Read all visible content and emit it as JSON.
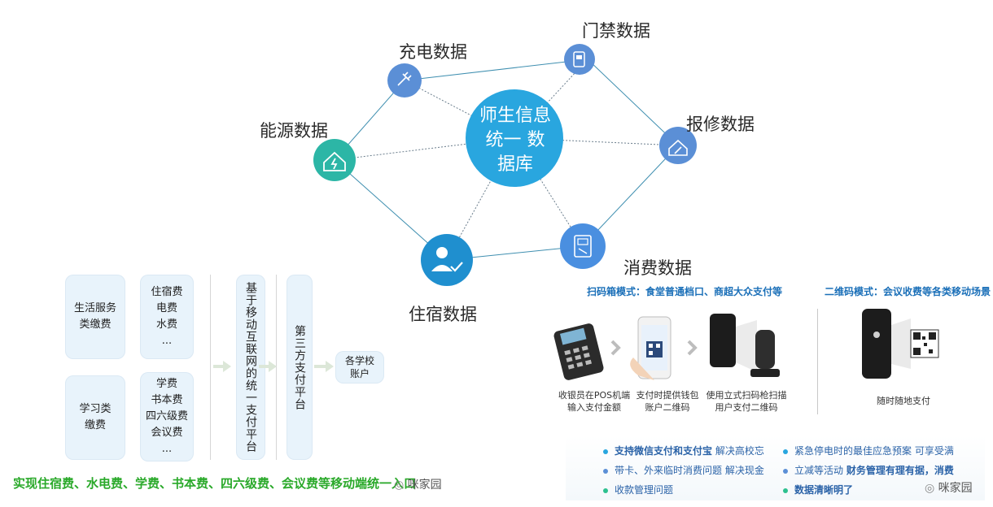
{
  "diagram": {
    "center": {
      "lines": [
        "师生信息",
        "统一 数",
        "据库"
      ],
      "color": "#29a6df"
    },
    "nodes": [
      {
        "id": "charge",
        "label": "充电数据",
        "icon": "charging-plug-icon",
        "color": "#5b8fd6"
      },
      {
        "id": "door",
        "label": "门禁数据",
        "icon": "door-access-icon",
        "color": "#5b8fd6"
      },
      {
        "id": "energy",
        "label": "能源数据",
        "icon": "house-bolt-icon",
        "color": "#2cb6a6"
      },
      {
        "id": "repair",
        "label": "报修数据",
        "icon": "house-wrench-icon",
        "color": "#5b8fd6"
      },
      {
        "id": "consume",
        "label": "消费数据",
        "icon": "pos-terminal-icon",
        "color": "#4a8fe0"
      },
      {
        "id": "dorm",
        "label": "住宿数据",
        "icon": "user-check-icon",
        "color": "#1f8fcf"
      }
    ]
  },
  "flow": {
    "life_fee": [
      "生活服务",
      "类缴费"
    ],
    "life_items": [
      "住宿费",
      "电费",
      "水费",
      "..."
    ],
    "study_fee": [
      "学习类",
      "缴费"
    ],
    "study_items": [
      "学费",
      "书本费",
      "四六级费",
      "会议费",
      "..."
    ],
    "platform": "基于移动互联网的统一支付平台",
    "third_party": "第三方支付平台",
    "schools": [
      "各学校",
      "账户"
    ],
    "banner": "实现住宿费、水电费、学费、书本费、四六级费、会议费等移动端统一入口",
    "watermark": "咪家园"
  },
  "payment": {
    "scan_box_title": "扫码箱模式：食堂普通档口、商超大众支付等",
    "qr_title": "二维码模式：会议收费等各类移动场景",
    "steps": [
      {
        "lines": [
          "收银员在POS机端",
          "输入支付金额"
        ]
      },
      {
        "lines": [
          "支付时提供钱包",
          "账户二维码"
        ]
      },
      {
        "lines": [
          "使用立式扫码枪扫描",
          "用户支付二维码"
        ]
      }
    ],
    "qr_caption": "随时随地支付",
    "benefits_left": [
      {
        "bold": "支持微信支付和支付宝",
        "text": " 解决高校忘",
        "color": "#29a6df"
      },
      {
        "bold": "",
        "text": "带卡、外来临时消费问题 解决现金",
        "color": "#5b8fd6"
      },
      {
        "bold": "",
        "text": "收款管理问题",
        "color": "#2cc08f"
      }
    ],
    "benefits_right": [
      {
        "bold": "",
        "text": "紧急停电时的最佳应急预案 可享受满",
        "color": "#29a6df"
      },
      {
        "bold": "财务管理有理有据，消费",
        "text": "立减等活动 ",
        "color": "#5b8fd6"
      },
      {
        "bold": "数据清晰明了",
        "text": "",
        "color": "#2cc08f"
      }
    ],
    "watermark": "咪家园"
  }
}
